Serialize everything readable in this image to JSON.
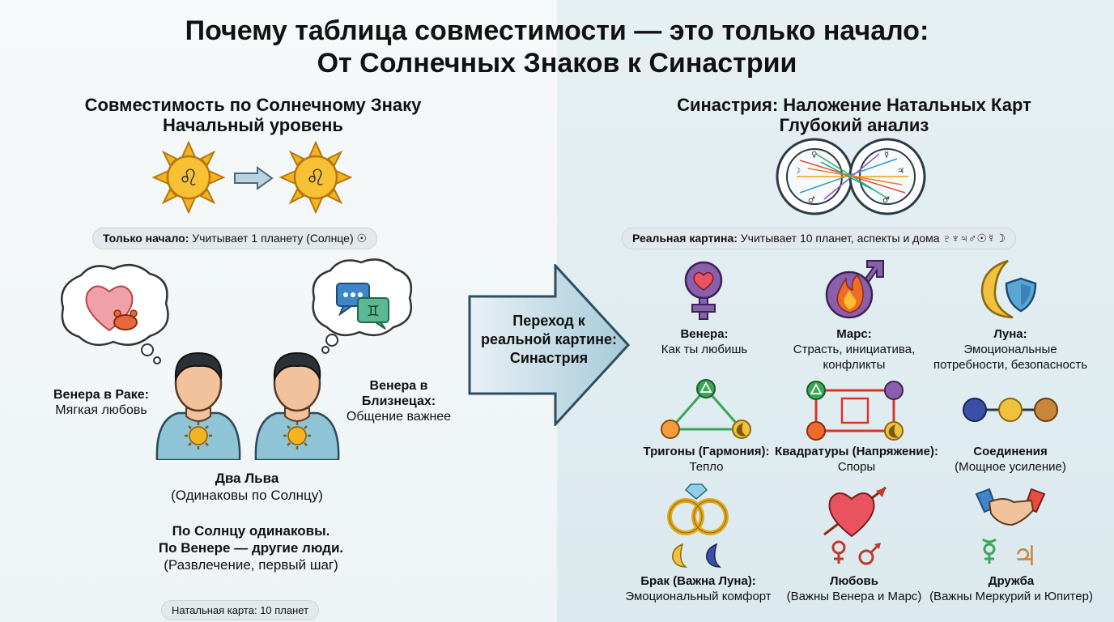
{
  "title": {
    "line1": "Почему таблица совместимости — это только начало:",
    "line2": "От Солнечных Знаков к Синастрии"
  },
  "left": {
    "heading1": "Совместимость по Солнечному Знаку",
    "heading2": "Начальный уровень",
    "pill_bold": "Только начало:",
    "pill_text": " Учитывает 1 планету (Солнце) ☉",
    "venus_cancer_bold": "Венера в Раке:",
    "venus_cancer_text": "Мягкая любовь",
    "venus_gemini_bold1": "Венера в",
    "venus_gemini_bold2": "Близнецах:",
    "venus_gemini_text": "Общение важнее",
    "two_leos_bold": "Два Льва",
    "two_leos_text": "(Одинаковы по Солнцу)",
    "summary_bold1": "По Солнцу одинаковы.",
    "summary_bold2": "По Венере — другие люди.",
    "summary_text": "(Развлечение, первый шаг)",
    "bottom_pill": "Натальная карта: 10 планет"
  },
  "arrow": {
    "line1": "Переход к",
    "line2": "реальной картине:",
    "line3": "Синастрия"
  },
  "right": {
    "heading1": "Синастрия: Наложение Натальных Карт",
    "heading2": "Глубокий анализ",
    "pill_bold": "Реальная картина:",
    "pill_text": " Учитывает 10 планет, аспекты и дома ♇♆♃♂☉☿☽",
    "venus_bold": "Венера:",
    "venus_text": "Как ты любишь",
    "mars_bold": "Марс:",
    "mars_text1": "Страсть, инициатива,",
    "mars_text2": "конфликты",
    "moon_bold": "Луна:",
    "moon_text1": "Эмоциональные",
    "moon_text2": "потребности, безопасность",
    "trine_bold": "Тригоны (Гармония):",
    "trine_text": "Тепло",
    "square_bold": "Квадратуры (Напряжение):",
    "square_text": "Споры",
    "conj_bold": "Соединения",
    "conj_text": "(Мощное усиление)",
    "marriage_bold": "Брак (Важна Луна):",
    "marriage_text": "Эмоциональный комфорт",
    "love_bold": "Любовь",
    "love_text": "(Важны Венера и Марс)",
    "friend_bold": "Дружба",
    "friend_text": "(Важны Меркурий и Юпитер)"
  },
  "icons": {
    "leo": "♌",
    "gemini": "♊",
    "cancer_crab": "🦀",
    "venus": "♀",
    "mars": "♂",
    "mercury": "☿",
    "jupiter": "♃",
    "moon": "☽"
  },
  "colors": {
    "sun": "#f2b51f",
    "venus": "#8a5fae",
    "mars": "#c0392b",
    "moon": "#f0c040",
    "trine": "#3aa655",
    "square": "#d9342b",
    "shirt": "#8fc3d6"
  }
}
